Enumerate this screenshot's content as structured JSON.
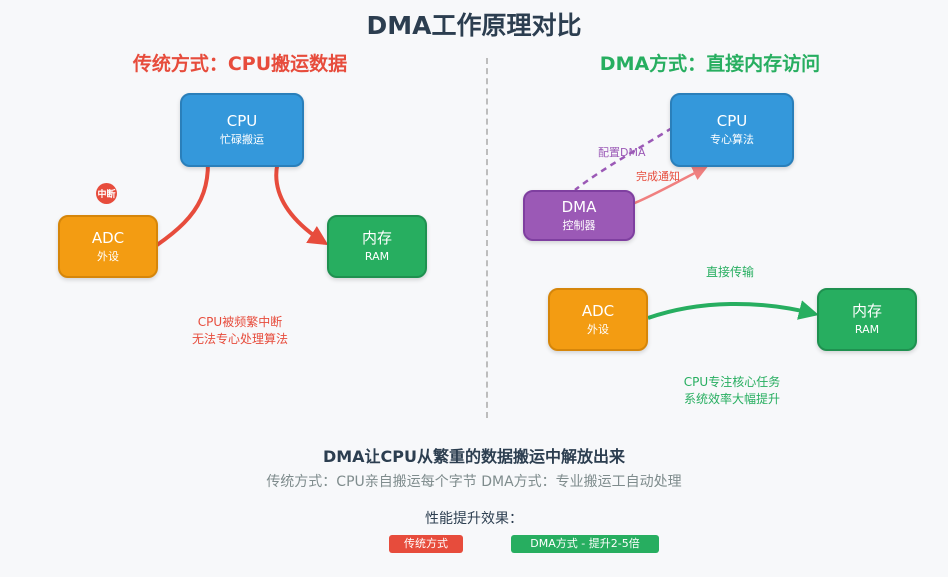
{
  "title": "DMA工作原理对比",
  "left": {
    "heading": "传统方式：CPU搬运数据",
    "cpu": {
      "name": "CPU",
      "desc": "忙碌搬运"
    },
    "adc": {
      "name": "ADC",
      "desc": "外设"
    },
    "ram": {
      "name": "内存",
      "desc": "RAM"
    },
    "interrupt": "中断",
    "note": [
      "CPU被频繁中断",
      "无法专心处理算法"
    ]
  },
  "right": {
    "heading": "DMA方式：直接内存访问",
    "cpu": {
      "name": "CPU",
      "desc": "专心算法"
    },
    "dma": {
      "name": "DMA",
      "desc": "控制器"
    },
    "adc": {
      "name": "ADC",
      "desc": "外设"
    },
    "ram": {
      "name": "内存",
      "desc": "RAM"
    },
    "config_label": "配置DMA",
    "done_label": "完成通知",
    "transfer_label": "直接传输",
    "note": [
      "CPU专注核心任务",
      "系统效率大幅提升"
    ]
  },
  "summary": {
    "headline": "DMA让CPU从繁重的数据搬运中解放出来",
    "compare": "传统方式：CPU亲自搬运每个字节 DMA方式：专业搬运工自动处理",
    "perf_title": "性能提升效果：",
    "badge_traditional": "传统方式",
    "badge_dma": "DMA方式 - 提升2-5倍"
  },
  "colors": {
    "red": "#e74c3c",
    "green": "#27ae60",
    "blue": "#3498db",
    "orange": "#f39c12",
    "purple": "#9b59b6",
    "text": "#2c3e50"
  }
}
